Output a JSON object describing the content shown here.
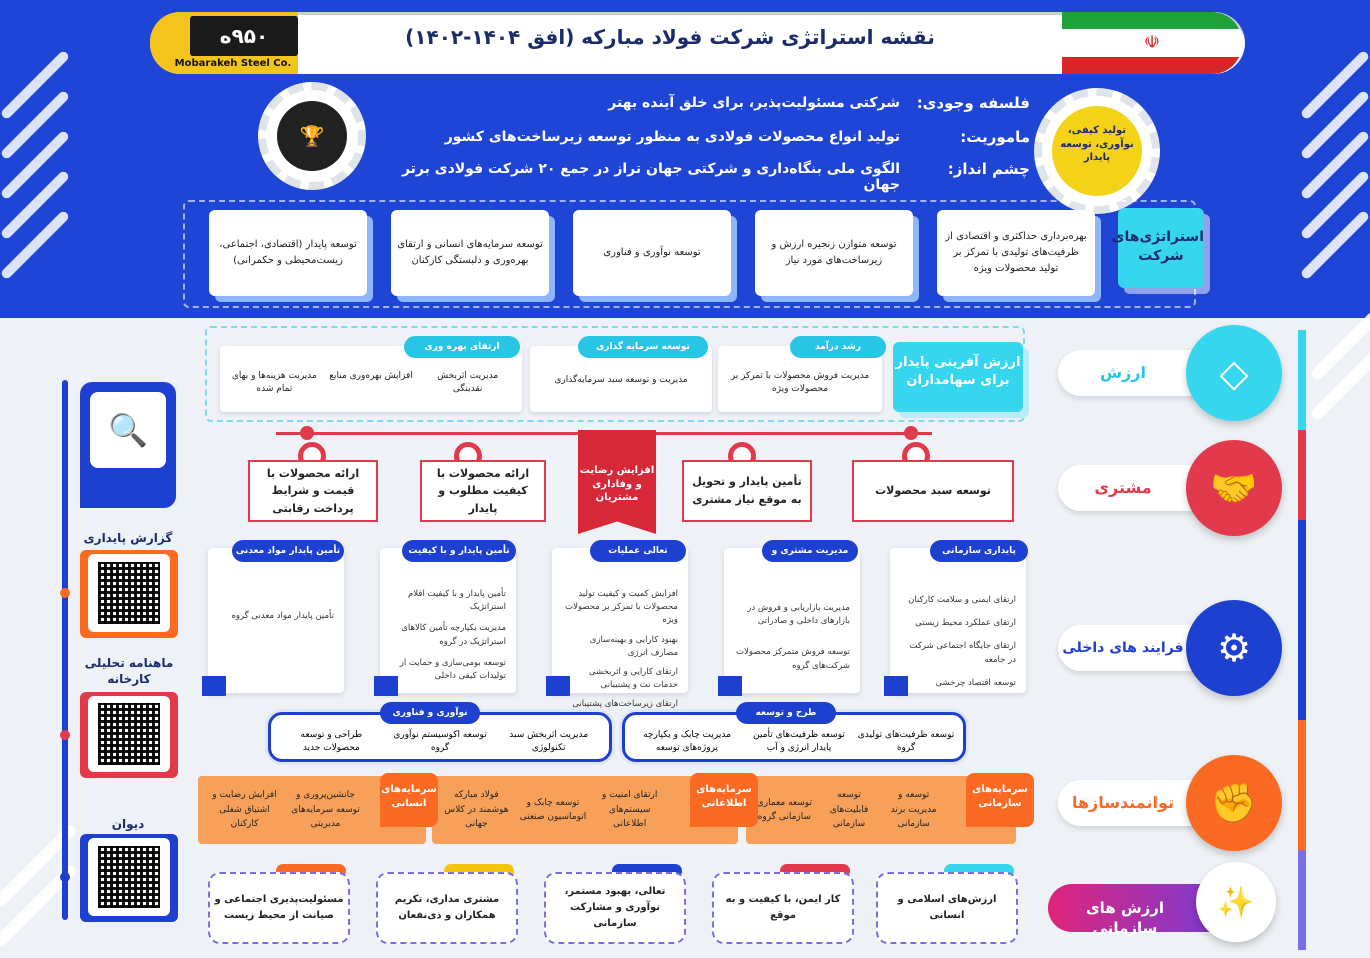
{
  "header": {
    "title": "نقشه استراتژی شرکت فولاد مبارکه (افق ۱۴۰۴-۱۴۰۲)",
    "logo_mark": "۹۵۰ه",
    "logo_text": "Mobarakeh Steel Co.",
    "flag_emblem": "☫",
    "gear_right_text": "تولید کیفی، نوآوری، توسعه پایدار",
    "gear_left_icon": "award-icon"
  },
  "mission": [
    {
      "label": "فلسفه وجودی:",
      "text": "شرکتی مسئولیت‌پذیر، برای خلق آینده بهتر"
    },
    {
      "label": "ماموریت:",
      "text": "تولید انواع محصولات فولادی به منظور توسعه زیرساخت‌های کشور"
    },
    {
      "label": "چشم انداز:",
      "text": "الگوی ملی بنگاه‌داری و شرکتی جهان تراز در جمع ۲۰ شرکت فولادی برتر جهان"
    }
  ],
  "strategies": {
    "title": "استراتژی‌های شرکت",
    "items": [
      "بهره‌برداری حداکثری و اقتصادی از ظرفیت‌های تولیدی با تمرکز بر تولید محصولات ویژه",
      "توسعه متوازن زنجیره ارزش و زیرساخت‌های مورد نیاز",
      "توسعه نوآوری و فناوری",
      "توسعه سرمایه‌های انسانی و ارتقای بهره‌وری و دلبستگی کارکنان",
      "توسعه پایدار (اقتصادی، اجتماعی، زیست‌محیطی و حکمرانی)"
    ]
  },
  "perspectives": {
    "value": "ارزش",
    "customer": "مشتری",
    "internal": "فرایند های داخلی",
    "enablers": "توانمندسازها",
    "org_values": "ارزش های سازمانی"
  },
  "value": {
    "head": "ارزش آفرینی پایدار برای سهامداران",
    "groups": [
      {
        "tag": "رشد درآمد",
        "items": [
          "مدیریت فروش محصولات با تمرکز بر محصولات ویژه"
        ]
      },
      {
        "tag": "توسعه سرمایه گذاری",
        "items": [
          "مدیریت و توسعه سبد سرمایه‌گذاری"
        ]
      },
      {
        "tag": "ارتقای بهره وری",
        "items": [
          "مدیریت اثربخش نقدینگی",
          "افزایش بهره‌وری منابع",
          "مدیریت هزینه‌ها و بهای تمام شده"
        ]
      }
    ]
  },
  "customer": {
    "center": "افزایش رضایت و وفاداری مشتریان",
    "items": [
      "توسعه سبد محصولات",
      "تأمین پایدار و تحویل به موقع نیاز مشتری",
      "ارائه محصولات با کیفیت مطلوب و پایدار",
      "ارائه محصولات با قیمت و شرایط پرداخت رقابتی"
    ]
  },
  "internal": {
    "columns": [
      {
        "tag": "پایداری سازمانی",
        "items": [
          "ارتقای ایمنی و سلامت کارکنان",
          "ارتقای عملکرد محیط زیستی",
          "ارتقای جایگاه اجتماعی شرکت در جامعه",
          "توسعه اقتصاد چرخشی"
        ]
      },
      {
        "tag": "مدیریت مشتری و بازار",
        "items": [
          "مدیریت بازاریابی و فروش در بازارهای داخلی و صادراتی",
          "توسعه فروش متمرکز محصولات شرکت‌های گروه"
        ]
      },
      {
        "tag": "تعالی عملیات",
        "items": [
          "افزایش کمیت و کیفیت تولید محصولات با تمرکز بر محصولات ویژه",
          "بهبود کارایی و بهینه‌سازی مصارف انرژی",
          "ارتقای کارایی و اثربخشی خدمات نت و پشتیبانی",
          "ارتقای زیرساخت‌های پشتیبانی تولید"
        ]
      },
      {
        "tag": "تأمین پایدار و با کیفیت",
        "items": [
          "تأمین پایدار و با کیفیت اقلام استراتژیک",
          "مدیریت یکپارچه تأمین کالاهای استراتژیک در گروه",
          "توسعه بومی‌سازی و حمایت از تولیدات کیفی داخلی"
        ]
      },
      {
        "tag": "تأمین پایدار مواد معدنی",
        "items": [
          "تأمین پایدار مواد معدنی گروه"
        ]
      }
    ],
    "bars": [
      {
        "tag": "طرح و توسعه",
        "items": [
          "توسعه ظرفیت‌های تولیدی گروه",
          "توسعه ظرفیت‌های تأمین پایدار انرژی و آب",
          "مدیریت چابک و یکپارچه پروژه‌های توسعه"
        ]
      },
      {
        "tag": "نوآوری و فناوری",
        "items": [
          "مدیریت اثربخش سبد تکنولوژی",
          "توسعه اکوسیستم نوآوری گروه",
          "طراحی و توسعه محصولات جدید"
        ]
      }
    ]
  },
  "enablers": {
    "groups": [
      {
        "head": "سرمایه‌های سازمانی",
        "items": [
          "توسعه و مدیریت برند سازمانی",
          "توسعه قابلیت‌های سازمانی",
          "توسعه معماری سازمانی گروه"
        ]
      },
      {
        "head": "سرمایه‌های اطلاعاتی",
        "items": [
          "ارتقای امنیت و سیستم‌های اطلاعاتی",
          "توسعه چابک و اتوماسیون صنعتی",
          "فولاد مبارکه هوشمند در کلاس جهانی"
        ]
      },
      {
        "head": "سرمایه‌های انسانی",
        "items": [
          "جانشین‌پروری و توسعه سرمایه‌های مدیریتی",
          "افزایش رضایت و اشتیاق شغلی کارکنان"
        ]
      }
    ]
  },
  "core_values": [
    "ارزش‌های اسلامی و انسانی",
    "کار ایمن، با کیفیت و به موقع",
    "تعالی، بهبود مستمر، نوآوری و مشارکت سازمانی",
    "مشتری مداری، تکریم همکاران و ذی‌نفعان",
    "مسئولیت‌پذیری اجتماعی و صیانت از محیط زیست"
  ],
  "qr": {
    "sustainability": "گزارش پایداری",
    "monthly": "ماهنامه تحلیلی کارخانه",
    "divan": "دیوان"
  },
  "colors": {
    "header_blue": "#1e45d6",
    "cyan": "#28c6e4",
    "red": "#e23a4c",
    "navy": "#1e40d0",
    "orange": "#fb6a23",
    "purple": "#7a6ee8"
  }
}
